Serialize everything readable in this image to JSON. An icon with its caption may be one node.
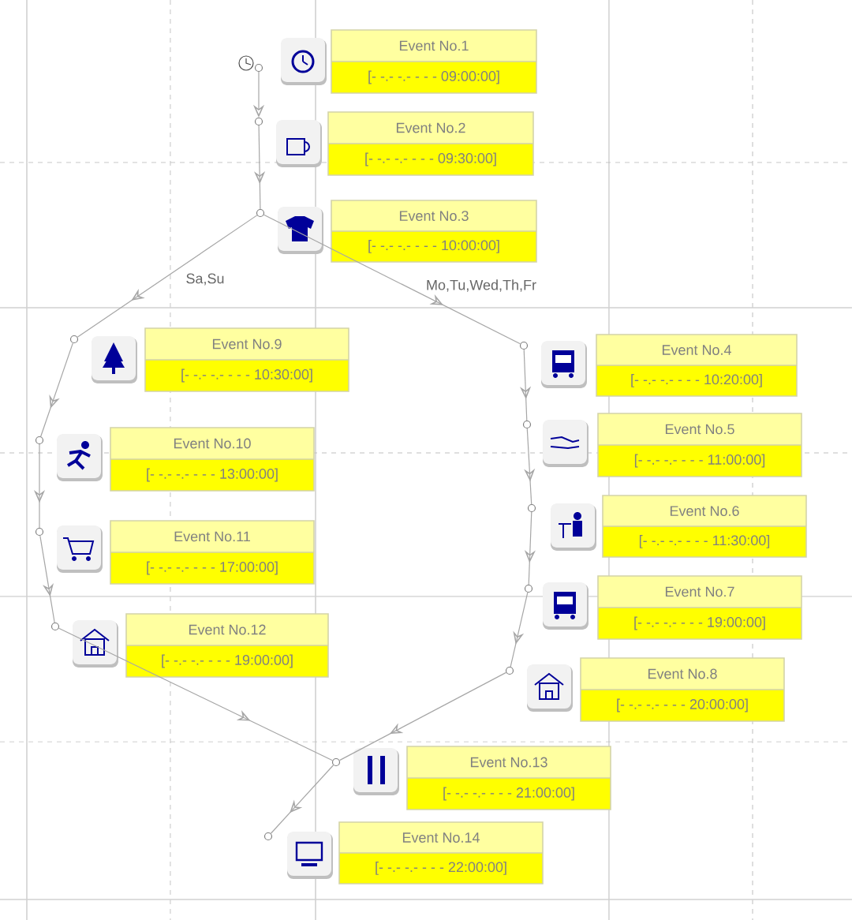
{
  "diagram": {
    "nodes": [
      {
        "text": [
          "Event No.1",
          "[- -.- -.- - - - 09:00:00]"
        ]
      },
      {
        "text": [
          "Event No.2",
          "[- -.- -.- - - - 09:30:00]"
        ]
      },
      {
        "text": [
          "Event No.3",
          "[- -.- -.- - - - 10:00:00]"
        ]
      },
      {
        "text": [
          "Event No.4",
          "[- -.- -.- - - - 10:20:00]"
        ]
      },
      {
        "text": [
          "Event No.5",
          "[- -.- -.- - - - 11:00:00]"
        ]
      },
      {
        "text": [
          "Event No.6",
          "[- -.- -.- - - - 11:30:00]"
        ]
      },
      {
        "text": [
          "Event No.7",
          "[- -.- -.- - - - 19:00:00]"
        ]
      },
      {
        "text": [
          "Event No.8",
          "[- -.- -.- - - - 20:00:00]"
        ]
      },
      {
        "text": [
          "Event No.9",
          "[- -.- -.- - - - 10:30:00]"
        ]
      },
      {
        "text": [
          "Event No.10",
          "[- -.- -.- - - - 13:00:00]"
        ]
      },
      {
        "text": [
          "Event No.11",
          "[- -.- -.- - - - 17:00:00]"
        ]
      },
      {
        "text": [
          "Event No.12",
          "[- -.- -.- - - - 19:00:00]"
        ]
      },
      {
        "text": [
          "Event No.13",
          "[- -.- -.- - - - 21:00:00]"
        ]
      },
      {
        "text": [
          "Event No.14",
          "[- -.- -.- - - - 22:00:00]"
        ]
      },
      {
        "text": [],
        "shape": "circle"
      },
      {
        "text": [],
        "shape": "circle"
      },
      {
        "text": [],
        "shape": "circle"
      },
      {
        "text": [],
        "shape": "circle"
      },
      {
        "text": [],
        "shape": "circle"
      },
      {
        "text": [],
        "shape": "circle"
      },
      {
        "text": [],
        "shape": "circle"
      },
      {
        "text": [],
        "shape": "circle"
      },
      {
        "text": [],
        "shape": "circle"
      },
      {
        "text": [],
        "shape": "circle"
      },
      {
        "text": [],
        "shape": "circle"
      },
      {
        "text": [],
        "shape": "circle"
      },
      {
        "text": [],
        "shape": "circle"
      },
      {
        "text": [],
        "shape": "circle"
      }
    ],
    "edges": [
      {
        "from": 14,
        "to": 15,
        "arrow": "to"
      },
      {
        "from": 15,
        "to": 16,
        "arrow": "to"
      },
      {
        "from": 16,
        "to": 22,
        "arrow": "to",
        "label": "Sa,Su"
      },
      {
        "from": 16,
        "to": 17,
        "arrow": "to",
        "label": "Mo,Tu,Wed,Th,Fr"
      },
      {
        "from": 17,
        "to": 18,
        "arrow": "to"
      },
      {
        "from": 18,
        "to": 19,
        "arrow": "to"
      },
      {
        "from": 19,
        "to": 20,
        "arrow": "to"
      },
      {
        "from": 20,
        "to": 21,
        "arrow": "to"
      },
      {
        "from": 21,
        "to": 26,
        "arrow": "to"
      },
      {
        "from": 22,
        "to": 23,
        "arrow": "to"
      },
      {
        "from": 23,
        "to": 24,
        "arrow": "to"
      },
      {
        "from": 24,
        "to": 25,
        "arrow": "to"
      },
      {
        "from": 25,
        "to": 26,
        "arrow": "to"
      },
      {
        "from": 26,
        "to": 27,
        "arrow": "to"
      }
    ]
  }
}
